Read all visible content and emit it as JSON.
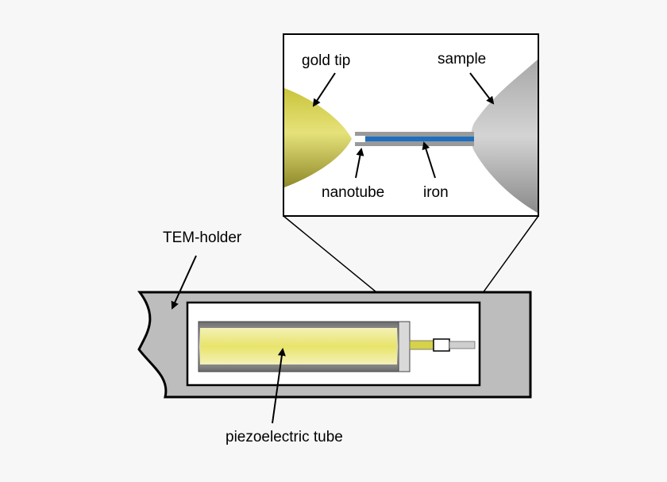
{
  "labels": {
    "gold_tip": "gold tip",
    "sample": "sample",
    "nanotube": "nanotube",
    "iron": "iron",
    "tem_holder": "TEM-holder",
    "piezo_tube": "piezoelectric tube"
  },
  "colors": {
    "gold": "#d6d24a",
    "gold_light": "#f3f0a0",
    "holder_gray": "#bdbdbd",
    "iron_blue": "#1f6fc0",
    "nanotube_gray": "#8f8f8f",
    "background": "#f7f7f7"
  }
}
